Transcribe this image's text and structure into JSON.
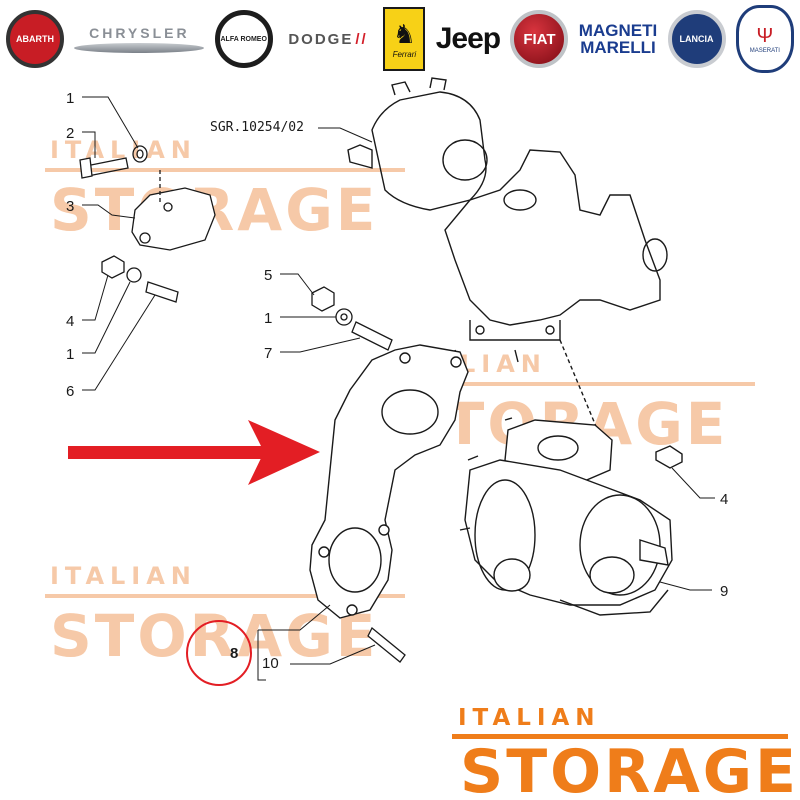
{
  "brands": [
    {
      "name": "Abarth",
      "text": "ABARTH"
    },
    {
      "name": "Chrysler",
      "text": "CHRYSLER"
    },
    {
      "name": "Alfa Romeo",
      "text": "ALFA ROMEO"
    },
    {
      "name": "Dodge",
      "text": "DODGE"
    },
    {
      "name": "Ferrari",
      "text": "Ferrari"
    },
    {
      "name": "Jeep",
      "text": "Jeep"
    },
    {
      "name": "Fiat",
      "text": "FIAT"
    },
    {
      "name": "Magneti Marelli",
      "text_line1": "MAGNETI",
      "text_line2": "MARELLI"
    },
    {
      "name": "Lancia",
      "text": "LANCIA"
    },
    {
      "name": "Maserati",
      "text": "MASERATI"
    }
  ],
  "diagram": {
    "reference_code": "SGR.10254/02",
    "callouts": {
      "top_left_1": "1",
      "top_left_2": "2",
      "top_left_3": "3",
      "left_4": "4",
      "left_1": "1",
      "left_6": "6",
      "mid_5": "5",
      "mid_1": "1",
      "mid_7": "7",
      "right_4": "4",
      "right_9": "9",
      "bottom_8": "8",
      "bottom_10": "10"
    },
    "highlighted_part": "8",
    "arrow_color": "#e31e24",
    "highlight_circle_color": "#e31e24"
  },
  "watermarks": [
    {
      "line1": "ITALIAN",
      "line2": "STORAGE"
    },
    {
      "line1": "ITALIAN",
      "line2": "STORAGE"
    },
    {
      "line1": "ITALIAN",
      "line2": "STORAGE"
    }
  ],
  "footer_logo": {
    "line1": "ITALIAN",
    "line2": "STORAGE",
    "color": "#ef7d1a"
  }
}
